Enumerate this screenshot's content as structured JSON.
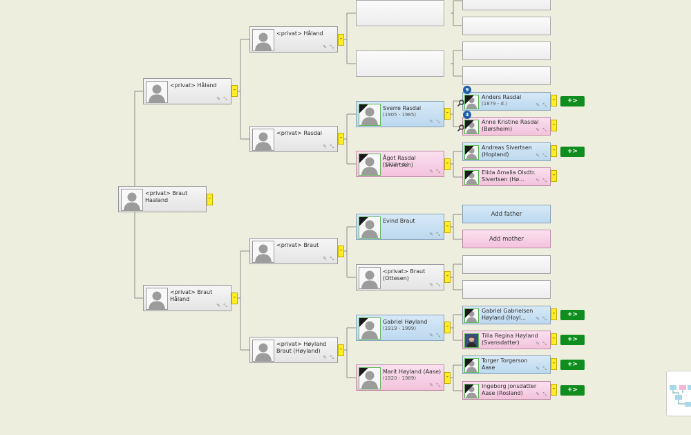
{
  "colors": {
    "background": "#eeeedf",
    "male": "#c9e0f3",
    "female": "#f7cfe4",
    "toggle": "#ffee22",
    "extend": "#0f8d1e",
    "badge": "#1d5fa8"
  },
  "root": {
    "name": "<privat> Braut\nHaaland"
  },
  "parents": {
    "father": {
      "name": "<privat> Håland"
    },
    "mother": {
      "name": "<privat> Braut\nHåland"
    }
  },
  "grandparents": {
    "pf": {
      "name": "<privat> Håland"
    },
    "pm": {
      "name": "<privat> Rasdal"
    },
    "mf": {
      "name": "<privat> Braut"
    },
    "mm": {
      "name": "<privat> Høyland\nBraut (Høyland)"
    }
  },
  "great_grandparents": {
    "sverre": {
      "name": "Sverre Rasdal",
      "dates": "(1905 - 1985)"
    },
    "agot": {
      "name": "Ågot Rasdal\n(Sivertsen)",
      "dates": "(1913 -  d.)"
    },
    "evind": {
      "name": "Evind Braut"
    },
    "privat_braut": {
      "name": "<privat> Braut\n(Ottesen)"
    },
    "gabriel": {
      "name": "Gabriel Høyland",
      "dates": "(1919 - 1999)"
    },
    "marit": {
      "name": "Marit Høyland (Aase)",
      "dates": "(1920 - 1989)"
    }
  },
  "gen5": {
    "anders": {
      "name": "Anders Rasdal",
      "dates": "(1879 -  d.)",
      "badge": "9"
    },
    "anne": {
      "name": "Anne Kristine Rasdal\n(Børsheim)",
      "badge": "4"
    },
    "andreas": {
      "name": "Andreas Sivertsen\n(Hopland)"
    },
    "elida": {
      "name": "Elida Amalia Olsdtr.\nSivertsen (Hø..."
    },
    "add_father": "Add father",
    "add_mother": "Add mother",
    "gabriel_g": {
      "name": "Gabriel Gabrielsen\nHøyland (Hoyl..."
    },
    "tilla": {
      "name": "Tilla Regina Høyland\n(Svensdatter)"
    },
    "torger": {
      "name": "Torger Torgerson\nAase"
    },
    "ingeborg": {
      "name": "Ingeborg Jonsdatter\nAase (Rosland)"
    }
  },
  "ui": {
    "toggle": "-",
    "extend": "+>",
    "tools": "✎ ⤡"
  }
}
